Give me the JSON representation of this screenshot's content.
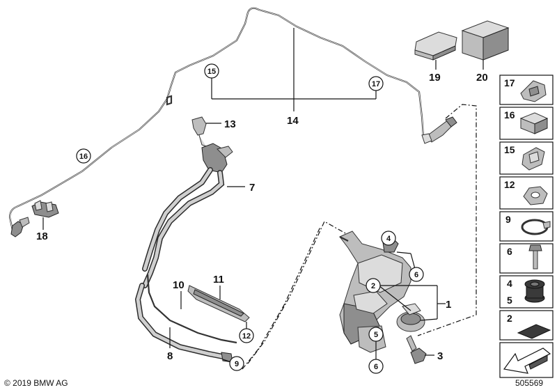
{
  "callouts": {
    "c1": "1",
    "c2": "2",
    "c3": "3",
    "c4": "4",
    "c5": "5",
    "c6a": "6",
    "c6b": "6",
    "c7": "7",
    "c8": "8",
    "c9": "9",
    "c10": "10",
    "c11": "11",
    "c12": "12",
    "c13": "13",
    "c14": "14",
    "c15": "15",
    "c16": "16",
    "c17": "17",
    "c18": "18",
    "c19": "19",
    "c20": "20"
  },
  "panel": {
    "items": [
      {
        "label_top": "17",
        "icon": "clip-17-icon"
      },
      {
        "label_top": "16",
        "icon": "clip-16-icon"
      },
      {
        "label_top": "15",
        "icon": "clip-15-icon"
      },
      {
        "label_top": "12",
        "icon": "nut-12-icon"
      },
      {
        "label_top": "9",
        "icon": "hose-clamp-9-icon"
      },
      {
        "label_top": "6",
        "icon": "bolt-6-icon"
      },
      {
        "label_top": "4",
        "label_bottom": "5",
        "icon": "rubber-grommet-4-5-icon"
      },
      {
        "label_top": "2",
        "icon": "seal-pad-2-icon"
      },
      {
        "icon": "arrow-sheet-icon"
      }
    ]
  },
  "footer": {
    "copyright": "© 2019 BMW AG",
    "diagram_id": "505569"
  }
}
